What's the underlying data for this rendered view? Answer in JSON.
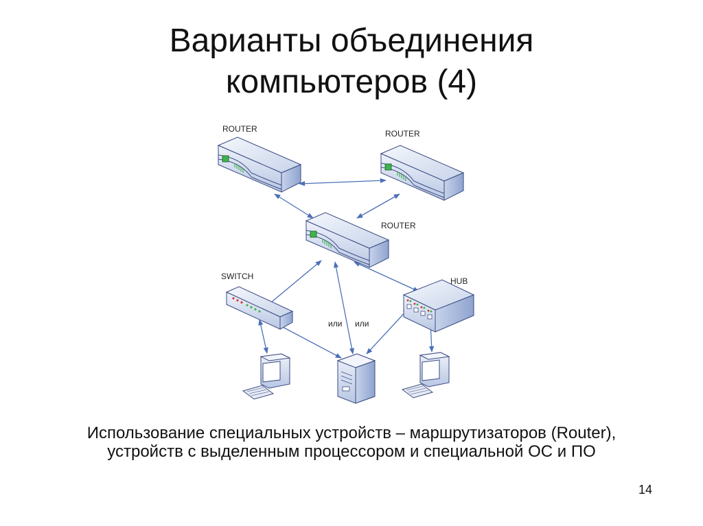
{
  "slide": {
    "title_lines": [
      "Варианты объединения",
      "компьютеров (4)"
    ],
    "caption_lines": [
      "Использование специальных устройств – маршрутизаторов (Router),",
      "устройств с выделенным процессором и специальной ОС и ПО"
    ],
    "page_number": "14"
  },
  "diagram": {
    "labels": {
      "router_left": "ROUTER",
      "router_right": "ROUTER",
      "router_center": "ROUTER",
      "switch": "SWITCH",
      "hub": "HUB",
      "or_left": "или",
      "or_right": "или"
    },
    "colors": {
      "device_fill": "#dde6f4",
      "device_stroke": "#3a4a80",
      "arrow": "#4a70b8",
      "led_green": "#3cb44b",
      "led_red": "#d23a3a"
    }
  }
}
